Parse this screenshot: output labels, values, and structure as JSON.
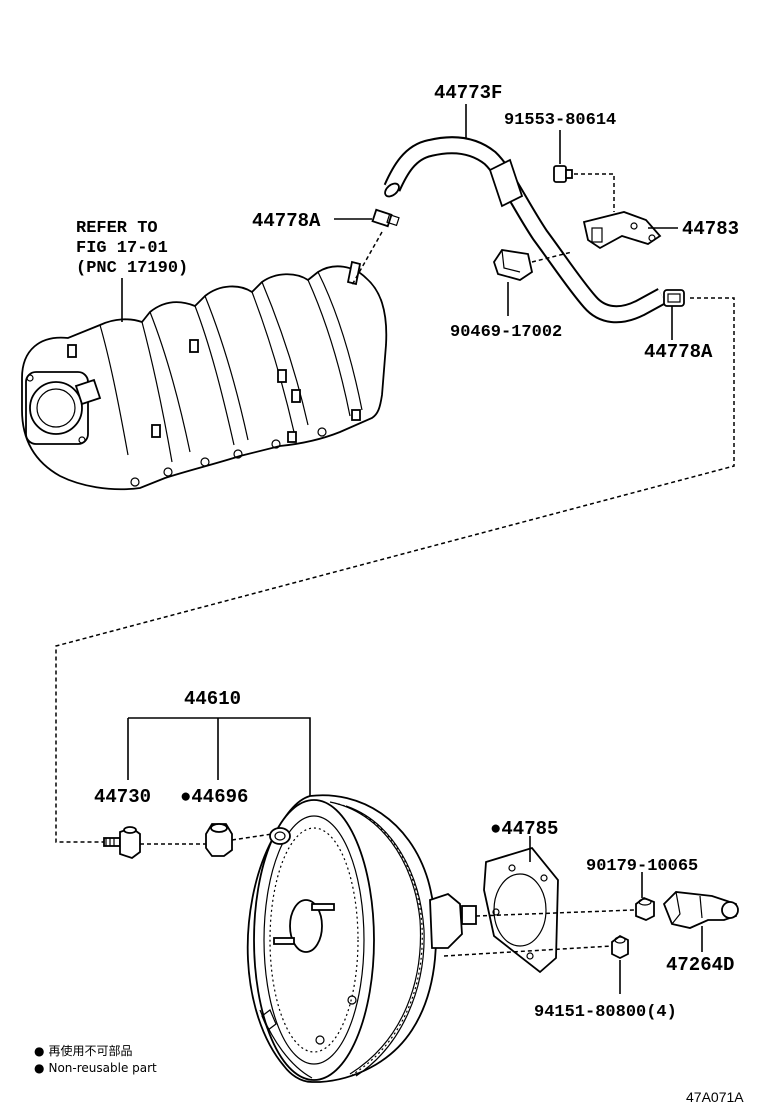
{
  "reference": {
    "line1": "REFER TO",
    "line2": "FIG 17-01",
    "line3": "(PNC 17190)"
  },
  "parts": {
    "hose": "44773F",
    "bolt_top": "91553-80614",
    "clip_left": "44778A",
    "bracket": "44783",
    "clamp": "90469-17002",
    "clip_right": "44778A",
    "booster_assy": "44610",
    "check_valve": "44730",
    "grommet": "44696",
    "gasket": "44785",
    "nut_small": "90179-10065",
    "clevis": "47264D",
    "nut_qty": "94151-80800(4)"
  },
  "legend": {
    "marker": "●",
    "jp": "再使用不可部品",
    "en": "Non-reusable part"
  },
  "figure_code": "47A071A"
}
